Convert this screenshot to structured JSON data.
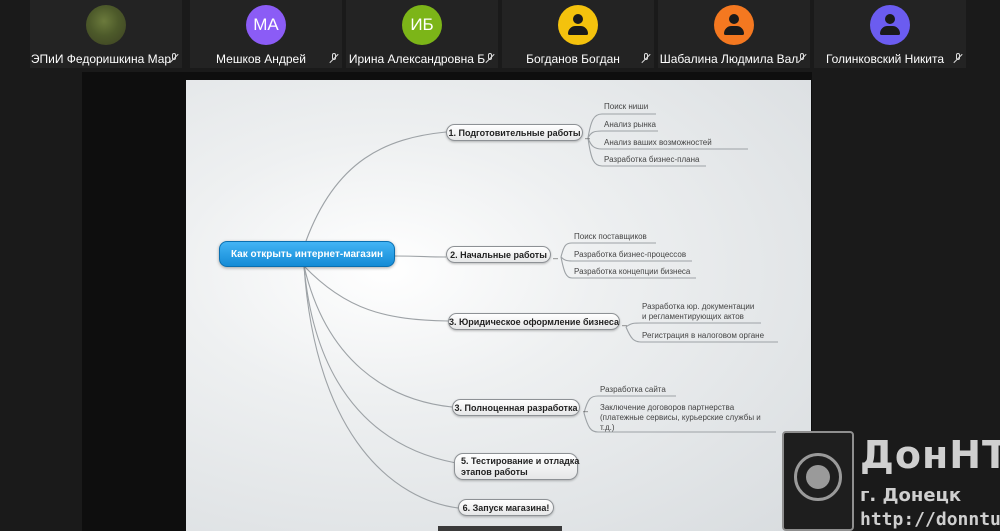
{
  "participants": [
    {
      "name": "ЭПиИ Федоришкина Мар",
      "initials": "",
      "avatar_color": "#5b6b33"
    },
    {
      "name": "Мешков Андрей",
      "initials": "МА",
      "avatar_color": "#8b5cf6"
    },
    {
      "name": "Ирина Александровна Б",
      "initials": "ИБ",
      "avatar_color": "#7cb518"
    },
    {
      "name": "Богданов Богдан",
      "initials": "",
      "avatar_color": "#f4c20d"
    },
    {
      "name": "Шабалина Людмила Вал",
      "initials": "",
      "avatar_color": "#f47820"
    },
    {
      "name": "Голинковский Никита",
      "initials": "",
      "avatar_color": "#6b5cf0"
    }
  ],
  "mindmap": {
    "central": "Как открыть интернет-магазин",
    "branches": [
      {
        "label": "1. Подготовительные работы",
        "leaves": [
          "Поиск ниши",
          "Анализ рынка",
          "Анализ ваших возможностей",
          "Разработка бизнес-плана"
        ]
      },
      {
        "label": "2. Начальные работы",
        "leaves": [
          "Поиск поставщиков",
          "Разработка бизнес-процессов",
          "Разработка концепции бизнеса"
        ]
      },
      {
        "label": "3. Юридическое оформление бизнеса",
        "leaves": [
          "Разработка юр. документации\nи регламентирующих актов",
          "Регистрация в налоговом органе"
        ]
      },
      {
        "label": "3. Полноценная разработка",
        "leaves": [
          "Разработка сайта",
          "Заключение договоров партнерства\n(платежные сервисы, курьерские службы и\nт.д.)"
        ]
      },
      {
        "label": "5. Тестирование и отладка\nэтапов работы",
        "leaves": []
      },
      {
        "label": "6. Запуск магазина!",
        "leaves": []
      }
    ]
  },
  "watermark": {
    "title": "ДонНТУ",
    "city": "г. Донецк",
    "url": "http://donntu.ru"
  }
}
